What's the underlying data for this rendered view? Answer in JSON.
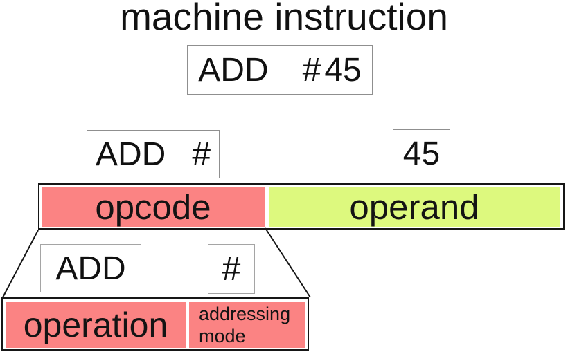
{
  "title": "machine instruction",
  "instruction": {
    "operation": "ADD",
    "addressing_symbol": "#",
    "operand": "45"
  },
  "fields": {
    "opcode_label": "opcode",
    "operand_label": "operand",
    "operation_label": "operation",
    "addressing_mode_label": "addressing mode"
  },
  "colors": {
    "opcode_fill": "#fb8383",
    "operand_fill": "#ddf97e",
    "line_color": "#161616"
  }
}
